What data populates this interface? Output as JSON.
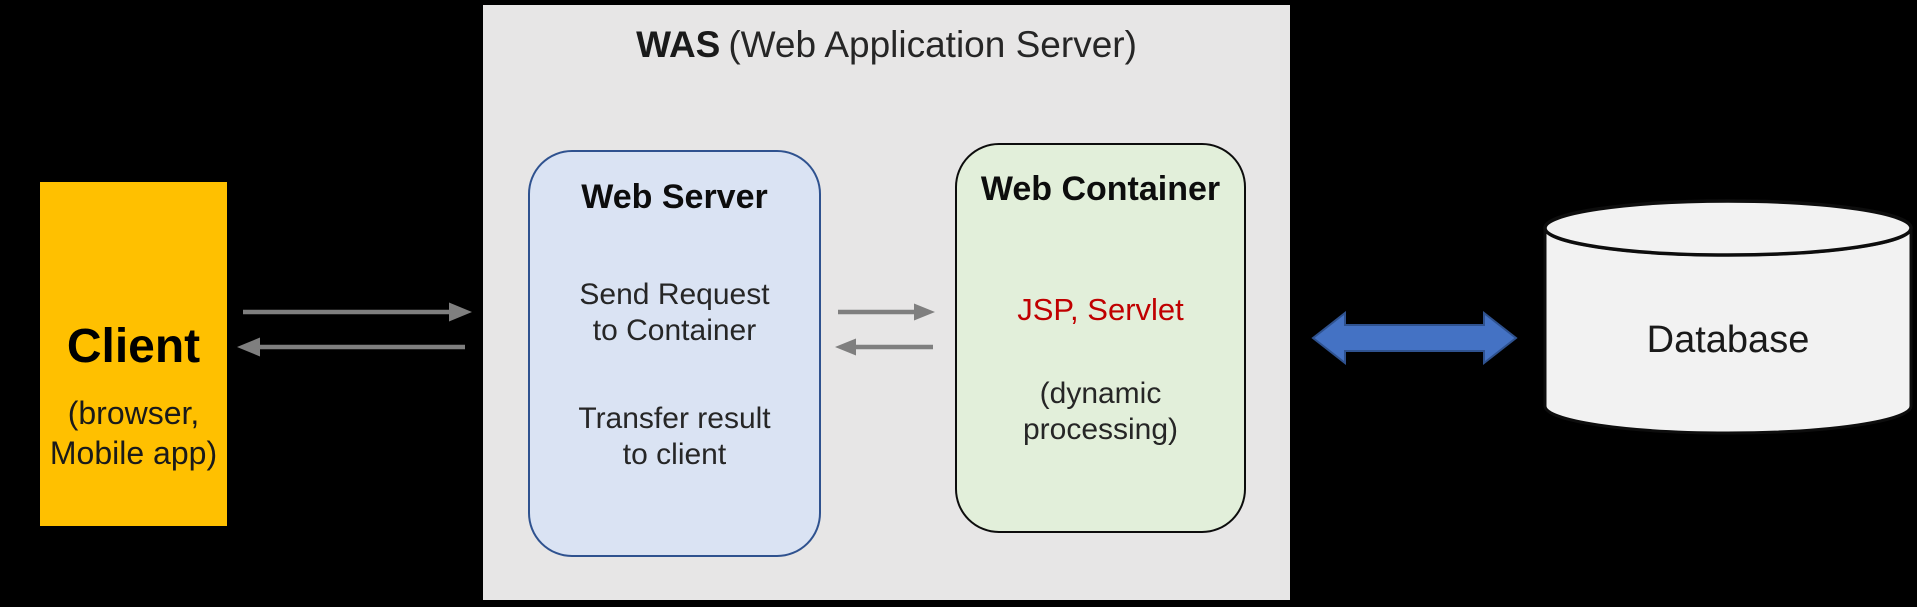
{
  "was": {
    "title_bold": "WAS",
    "title_rest": "(Web Application Server)"
  },
  "client": {
    "title": "Client",
    "subtitle_lines": [
      "(browser,",
      "Mobile app)"
    ]
  },
  "web_server": {
    "title": "Web Server",
    "paragraphs": [
      {
        "line1": "Send Request",
        "line2": "to Container"
      },
      {
        "line1": "Transfer result",
        "line2": "to client"
      }
    ]
  },
  "web_container": {
    "title": "Web Container",
    "tech_label": "JSP, Servlet",
    "subtitle_lines": [
      "(dynamic",
      "processing)"
    ]
  },
  "database": {
    "title": "Database"
  },
  "colors": {
    "background": "#000000",
    "client_fill": "#FFC000",
    "was_panel_fill": "#E7E6E6",
    "web_server_fill": "#DAE3F3",
    "web_server_border": "#2F528F",
    "web_container_fill": "#E2EFDA",
    "web_container_border": "#0D0D0D",
    "jsp_servlet_text": "#C00000",
    "gray_arrow": "#7F7F7F",
    "blue_arrow_fill": "#4472C4",
    "blue_arrow_border": "#2F528F",
    "database_fill": "#F2F2F2"
  }
}
